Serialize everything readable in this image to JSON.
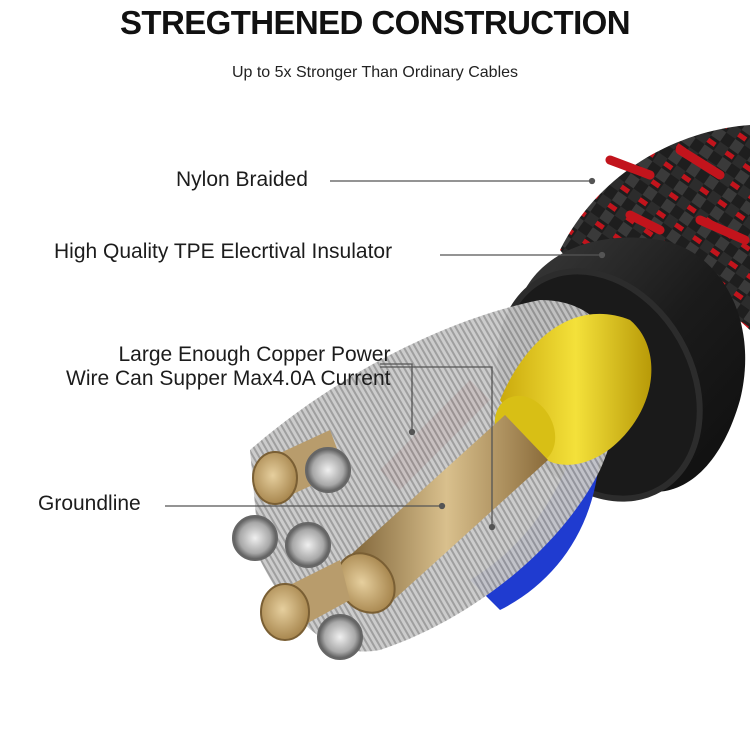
{
  "header": {
    "title": "STREGTHENED CONSTRUCTION",
    "subtitle": "Up to 5x Stronger Than Ordinary Cables"
  },
  "callouts": {
    "nylon": "Nylon Braided",
    "tpe": "High Quality TPE Elecrtival Insulator",
    "copper_line1": "Large Enough Copper Power",
    "copper_line2": "Wire Can Supper Max4.0A Current",
    "ground": "Groundline"
  },
  "colors": {
    "braid_red": "#c2141c",
    "braid_black": "#1e1e1e",
    "jacket": "#262626",
    "yellow": "#e7cf18",
    "blue": "#1f3bd0",
    "copper": "#c7ab7a",
    "strand": "#b9b9b9"
  }
}
